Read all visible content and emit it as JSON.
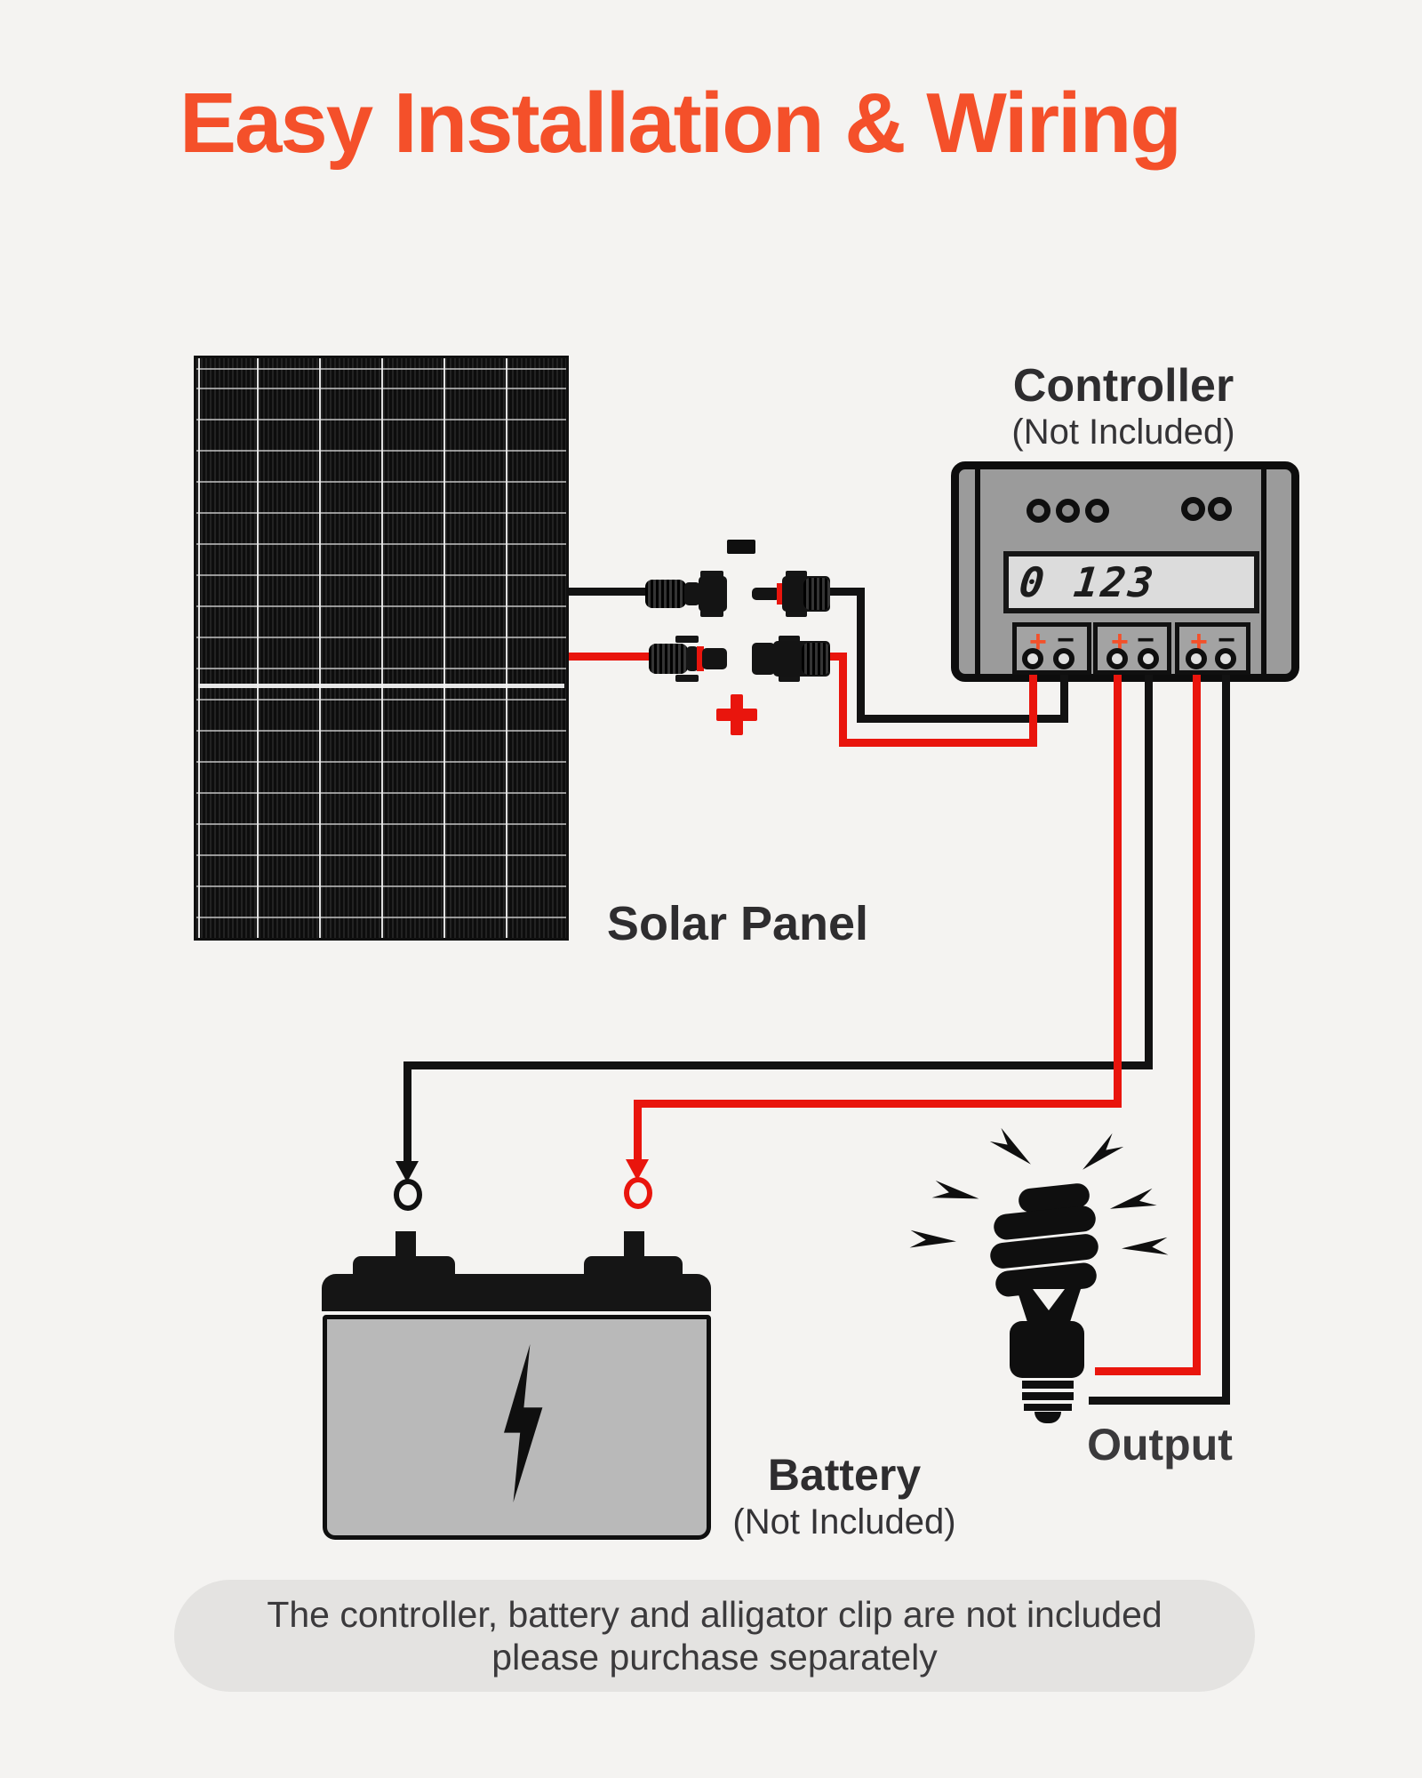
{
  "title": "Easy Installation & Wiring",
  "solar_panel": {
    "label": "Solar Panel"
  },
  "wiring_symbols": {
    "minus": "-",
    "plus": "+"
  },
  "controller": {
    "label": "Controller",
    "availability": "(Not Included)",
    "lcd": "0 123",
    "terminal_plus": "+",
    "terminal_minus": "−",
    "terminal_groups": [
      "solar-input",
      "battery",
      "load-output"
    ]
  },
  "battery": {
    "label": "Battery",
    "availability": "(Not Included)"
  },
  "output": {
    "label": "Output"
  },
  "note": {
    "line1": "The controller, battery and alligator clip are not included",
    "line2": "please purchase separately"
  },
  "colors": {
    "accent_orange": "#f4502a",
    "wire_red": "#e9150d",
    "wire_black": "#121212",
    "background": "#f4f3f1",
    "controller_gray": "#9b9b9b",
    "battery_gray": "#b9b9b9",
    "note_gray": "#e4e3e1"
  }
}
